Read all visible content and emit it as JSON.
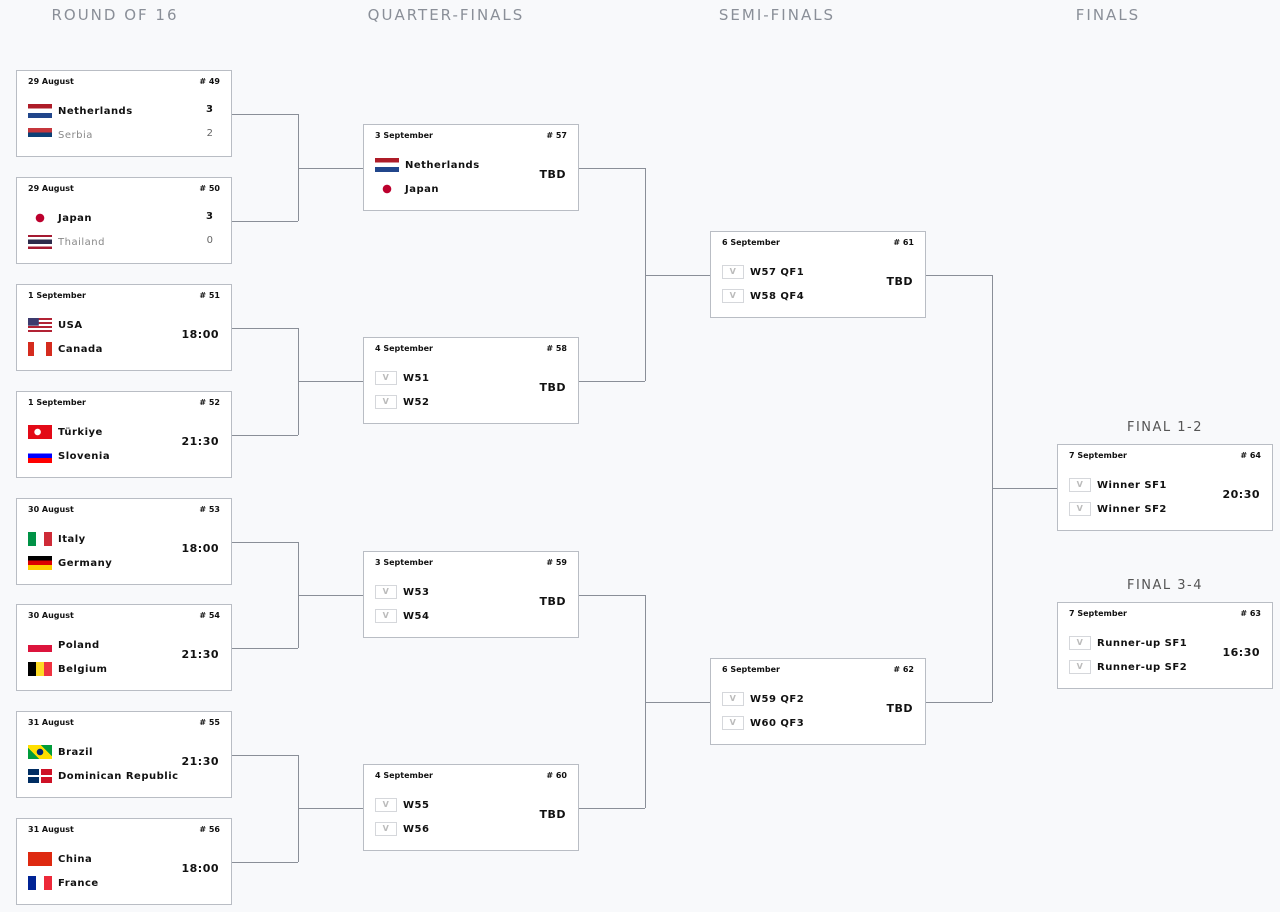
{
  "rounds": [
    "ROUND OF 16",
    "QUARTER-FINALS",
    "SEMI-FINALS",
    "FINALS"
  ],
  "finals_labels": [
    "FINAL 1-2",
    "FINAL 3-4"
  ],
  "matches": [
    {
      "date": "29 August",
      "num": "# 49",
      "teams": [
        {
          "name": "Netherlands",
          "flag": "nl",
          "score": "3",
          "win": true
        },
        {
          "name": "Serbia",
          "flag": "rs",
          "score": "2",
          "win": false
        }
      ]
    },
    {
      "date": "29 August",
      "num": "# 50",
      "teams": [
        {
          "name": "Japan",
          "flag": "jp",
          "score": "3",
          "win": true
        },
        {
          "name": "Thailand",
          "flag": "th",
          "score": "0",
          "win": false
        }
      ]
    },
    {
      "date": "1 September",
      "num": "# 51",
      "time": "18:00",
      "teams": [
        {
          "name": "USA",
          "flag": "us"
        },
        {
          "name": "Canada",
          "flag": "ca"
        }
      ]
    },
    {
      "date": "1 September",
      "num": "# 52",
      "time": "21:30",
      "teams": [
        {
          "name": "Türkiye",
          "flag": "tr"
        },
        {
          "name": "Slovenia",
          "flag": "si"
        }
      ]
    },
    {
      "date": "30 August",
      "num": "# 53",
      "time": "18:00",
      "teams": [
        {
          "name": "Italy",
          "flag": "it"
        },
        {
          "name": "Germany",
          "flag": "de"
        }
      ]
    },
    {
      "date": "30 August",
      "num": "# 54",
      "time": "21:30",
      "teams": [
        {
          "name": "Poland",
          "flag": "pl"
        },
        {
          "name": "Belgium",
          "flag": "be"
        }
      ]
    },
    {
      "date": "31 August",
      "num": "# 55",
      "time": "21:30",
      "teams": [
        {
          "name": "Brazil",
          "flag": "br"
        },
        {
          "name": "Dominican Republic",
          "flag": "do"
        }
      ]
    },
    {
      "date": "31 August",
      "num": "# 56",
      "time": "18:00",
      "teams": [
        {
          "name": "China",
          "flag": "cn"
        },
        {
          "name": "France",
          "flag": "fr"
        }
      ]
    },
    {
      "date": "3 September",
      "num": "# 57",
      "time": "TBD",
      "teams": [
        {
          "name": "Netherlands",
          "flag": "nl"
        },
        {
          "name": "Japan",
          "flag": "jp"
        }
      ]
    },
    {
      "date": "4 September",
      "num": "# 58",
      "time": "TBD",
      "teams": [
        {
          "name": "W51",
          "flag": "placeholder"
        },
        {
          "name": "W52",
          "flag": "placeholder"
        }
      ]
    },
    {
      "date": "3 September",
      "num": "# 59",
      "time": "TBD",
      "teams": [
        {
          "name": "W53",
          "flag": "placeholder"
        },
        {
          "name": "W54",
          "flag": "placeholder"
        }
      ]
    },
    {
      "date": "4 September",
      "num": "# 60",
      "time": "TBD",
      "teams": [
        {
          "name": "W55",
          "flag": "placeholder"
        },
        {
          "name": "W56",
          "flag": "placeholder"
        }
      ]
    },
    {
      "date": "6 September",
      "num": "# 61",
      "time": "TBD",
      "teams": [
        {
          "name": "W57 QF1",
          "flag": "placeholder"
        },
        {
          "name": "W58 QF4",
          "flag": "placeholder"
        }
      ]
    },
    {
      "date": "6 September",
      "num": "# 62",
      "time": "TBD",
      "teams": [
        {
          "name": "W59 QF2",
          "flag": "placeholder"
        },
        {
          "name": "W60 QF3",
          "flag": "placeholder"
        }
      ]
    },
    {
      "date": "7 September",
      "num": "# 64",
      "time": "20:30",
      "teams": [
        {
          "name": "Winner SF1",
          "flag": "placeholder"
        },
        {
          "name": "Winner SF2",
          "flag": "placeholder"
        }
      ]
    },
    {
      "date": "7 September",
      "num": "# 63",
      "time": "16:30",
      "teams": [
        {
          "name": "Runner-up SF1",
          "flag": "placeholder"
        },
        {
          "name": "Runner-up SF2",
          "flag": "placeholder"
        }
      ]
    }
  ]
}
